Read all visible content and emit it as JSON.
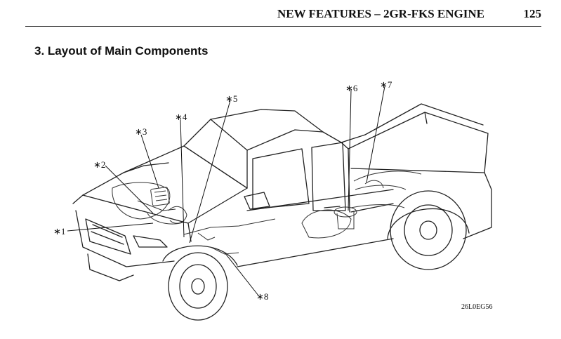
{
  "header": {
    "title": "NEW FEATURES – 2GR-FKS ENGINE",
    "page_number": "125"
  },
  "section": {
    "title": "3.  Layout of Main Components"
  },
  "figure": {
    "callouts": [
      {
        "id": "1",
        "label": "∗1"
      },
      {
        "id": "2",
        "label": "∗2"
      },
      {
        "id": "3",
        "label": "∗3"
      },
      {
        "id": "4",
        "label": "∗4"
      },
      {
        "id": "5",
        "label": "∗5"
      },
      {
        "id": "6",
        "label": "∗6"
      },
      {
        "id": "7",
        "label": "∗7"
      },
      {
        "id": "8",
        "label": "∗8"
      }
    ],
    "code": "26L0EG56"
  }
}
